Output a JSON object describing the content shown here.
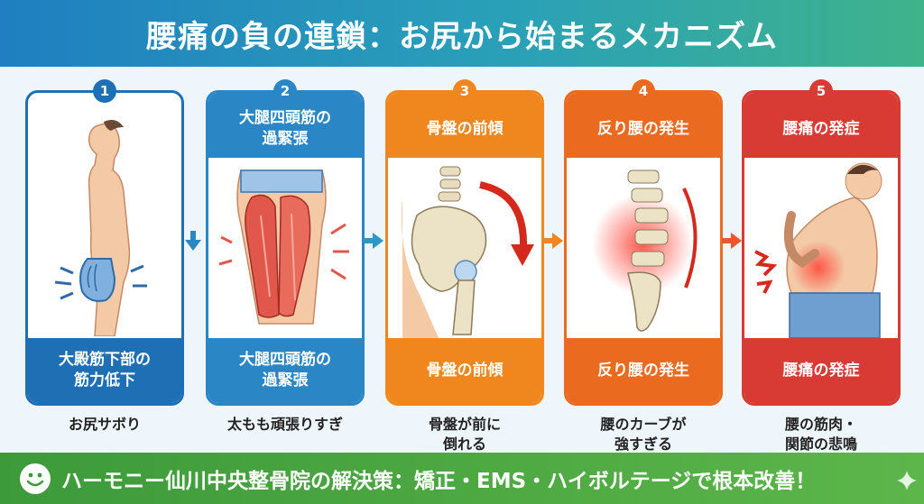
{
  "header": {
    "title": "腰痛の負の連鎖：お尻から始まるメカニズム"
  },
  "stages": [
    {
      "number": "1",
      "top_label": "",
      "bottom_label": "大殿筋下部の\n筋力低下",
      "caption": "お尻サボり",
      "color": "#1f6fb5",
      "icon": "standing-man-glute-icon"
    },
    {
      "number": "2",
      "top_label": "大腿四頭筋の\n過緊張",
      "bottom_label": "大腿四頭筋の\n過緊張",
      "caption": "太もも頑張りすぎ",
      "color": "#2a86c4",
      "icon": "thigh-muscle-icon"
    },
    {
      "number": "3",
      "top_label": "骨盤の前傾",
      "bottom_label": "骨盤の前傾",
      "caption": "骨盤が前に\n倒れる",
      "color": "#f0871e",
      "icon": "pelvis-tilt-icon"
    },
    {
      "number": "4",
      "top_label": "反り腰の発生",
      "bottom_label": "反り腰の発生",
      "caption": "腰のカーブが\n強すぎる",
      "color": "#ea6a20",
      "icon": "spine-curve-icon"
    },
    {
      "number": "5",
      "top_label": "腰痛の発症",
      "bottom_label": "腰痛の発症",
      "caption": "腰の筋肉・\n関節の悲鳴",
      "color": "#d83a34",
      "icon": "back-pain-man-icon"
    }
  ],
  "footer": {
    "text": "ハーモニー仙川中央整骨院の解決策：矯正・EMS・ハイボルテージで根本改善！",
    "icon": "smile-icon"
  }
}
